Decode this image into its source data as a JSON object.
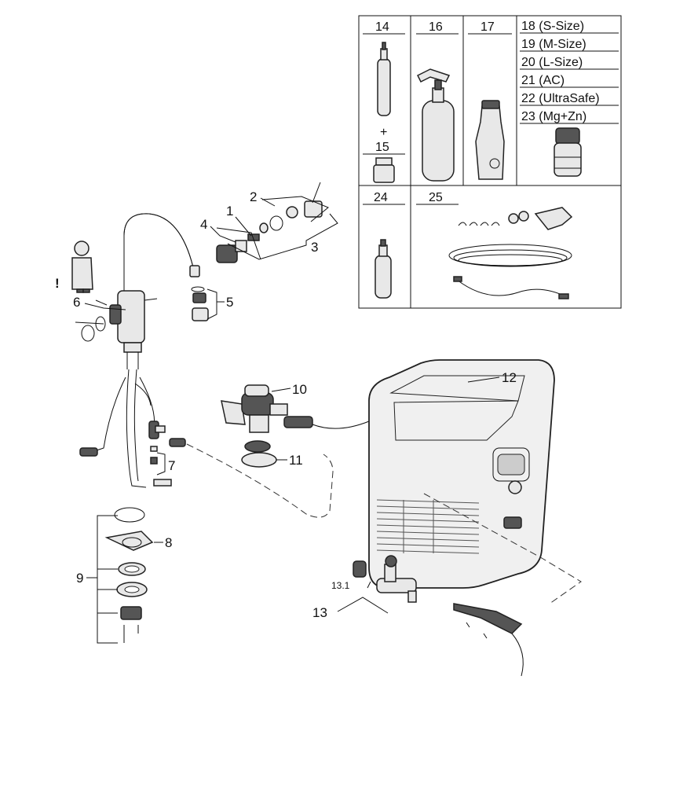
{
  "labels": {
    "p1": "1",
    "p2": "2",
    "p3": "3",
    "p4": "4",
    "p5": "5",
    "p6": "6",
    "p7": "7",
    "p8": "8",
    "p9": "9",
    "p10": "10",
    "p11": "11",
    "p12": "12",
    "p13": "13",
    "p13_1": "13.1"
  },
  "warning_mark": "!",
  "table": {
    "c14": "14",
    "plus": "+",
    "c15": "15",
    "c16": "16",
    "c17": "17",
    "sizes": [
      "18 (S-Size)",
      "19 (M-Size)",
      "20 (L-Size)",
      "21 (AC)",
      "22 (UltraSafe)",
      "23 (Mg+Zn)"
    ],
    "c24": "24",
    "c25": "25"
  },
  "colors": {
    "line": "#111111",
    "fill": "#e8e8e8",
    "dark": "#555555"
  }
}
